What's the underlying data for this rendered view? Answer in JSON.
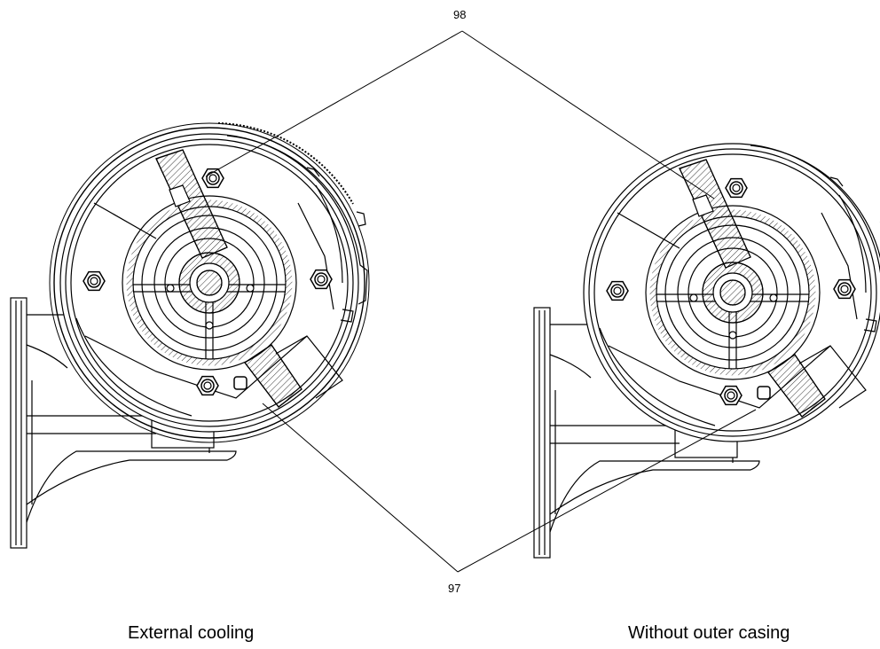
{
  "callouts": {
    "top": "98",
    "bottom": "97"
  },
  "captions": {
    "left": "External cooling",
    "right": "Without outer casing"
  },
  "colors": {
    "line": "#000000",
    "background": "#ffffff"
  }
}
